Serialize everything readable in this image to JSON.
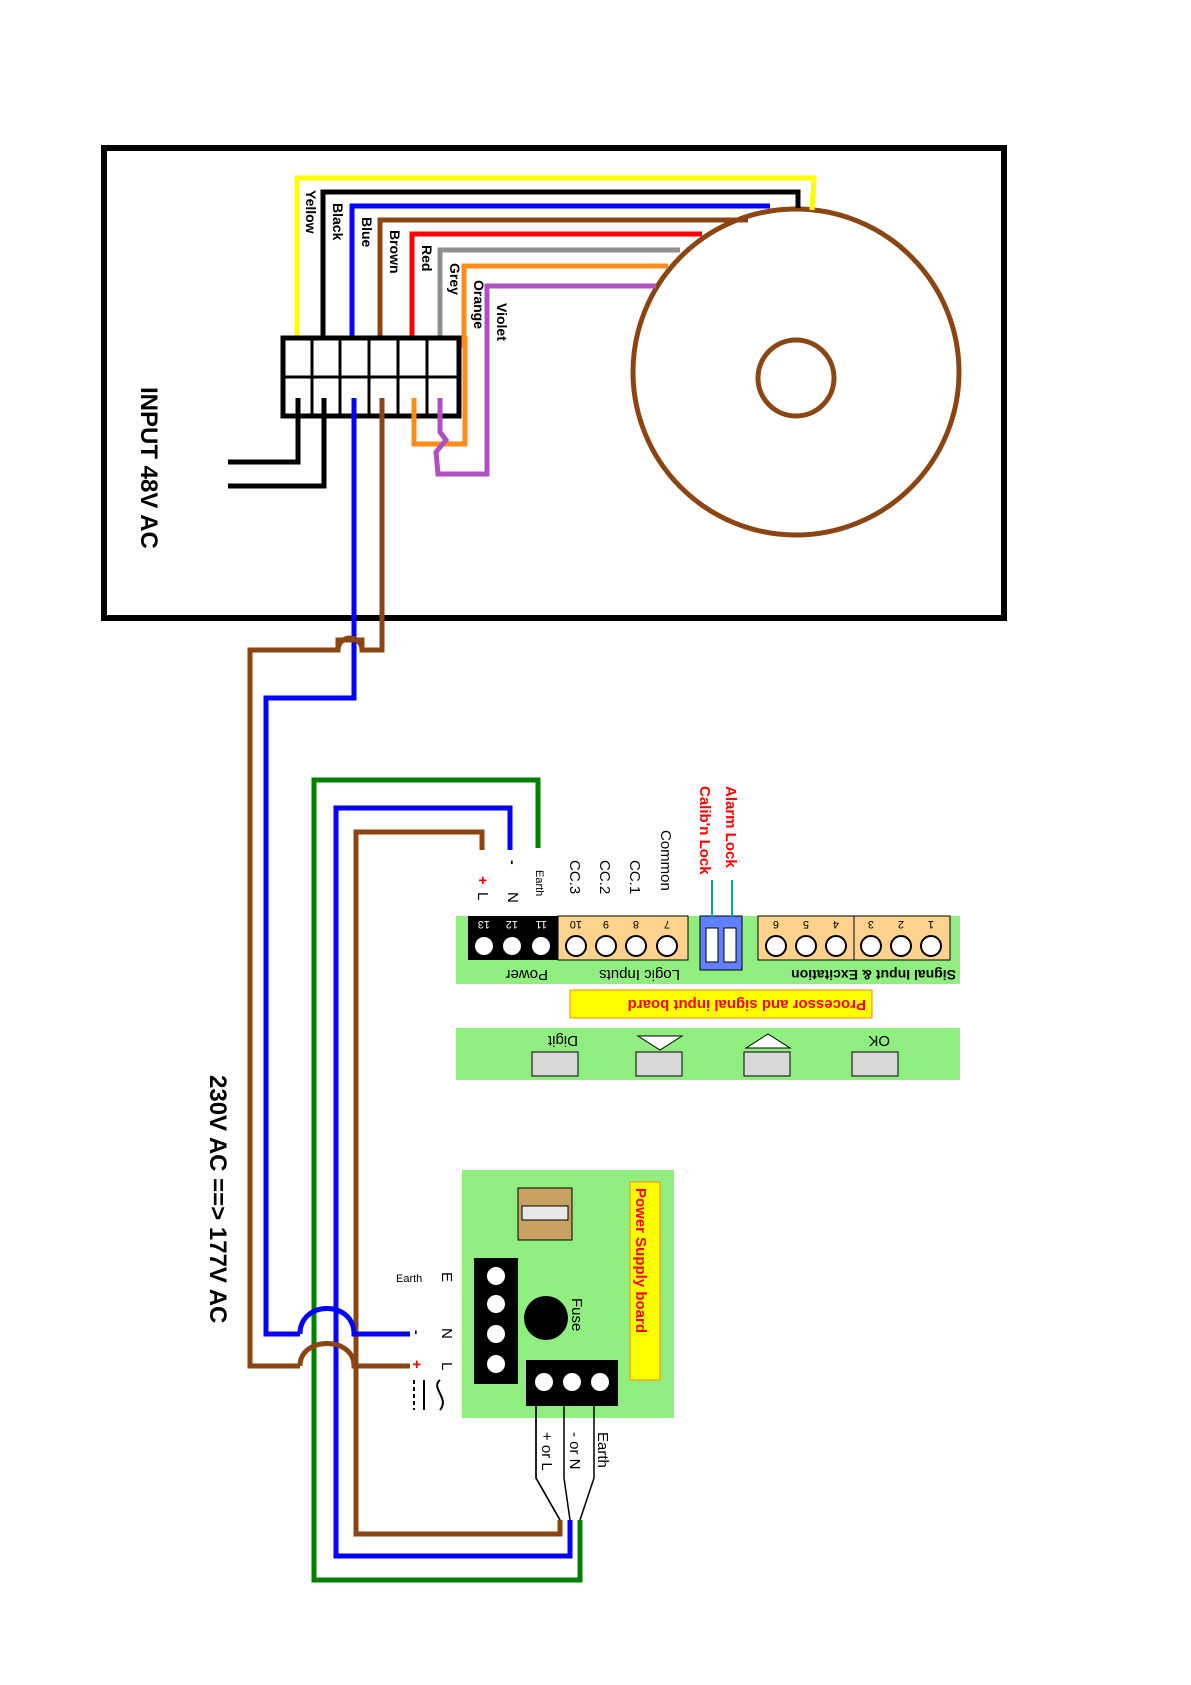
{
  "transformer": {
    "title": "INPUT 48V AC",
    "wires": [
      "Yellow",
      "Black",
      "Blue",
      "Brown",
      "Red",
      "Grey",
      "Orange",
      "Violet"
    ]
  },
  "supply_title": "230V AC ==> 177V AC",
  "processor_board": {
    "title": "Processor and signal input board",
    "groups": [
      "Power",
      "Logic Inputs",
      "Signal Input & Excitation"
    ],
    "terminal_numbers": [
      "13",
      "12",
      "11",
      "10",
      "9",
      "8",
      "7",
      "6",
      "5",
      "4",
      "3",
      "2",
      "1"
    ],
    "power_labels": {
      "plus": "+",
      "minus": "-",
      "earth": "Earth",
      "L": "L",
      "N": "N"
    },
    "logic_labels": [
      "CC.3",
      "CC.2",
      "CC.1",
      "Common"
    ],
    "switch_labels": [
      "Calib'n Lock",
      "Alarm Lock"
    ],
    "buttons": [
      "Digit",
      "OK"
    ]
  },
  "power_supply_board": {
    "title": "Power Supply board",
    "fuse_label": "Fuse",
    "input_labels": {
      "earth": "Earth",
      "E": "E",
      "N": "N",
      "L": "L",
      "minus": "-",
      "plus": "+"
    },
    "output_labels": [
      "+ or L",
      "- or N",
      "Earth"
    ]
  },
  "colors": {
    "yellow": "#ffff00",
    "black": "#000000",
    "blue": "#0000ff",
    "brown": "#8b4513",
    "red": "#ff0000",
    "grey": "#909090",
    "orange": "#ff8c1a",
    "violet": "#b050c0",
    "green": "#008000",
    "board": "#90ee80",
    "terminal": "#fcd28c"
  }
}
